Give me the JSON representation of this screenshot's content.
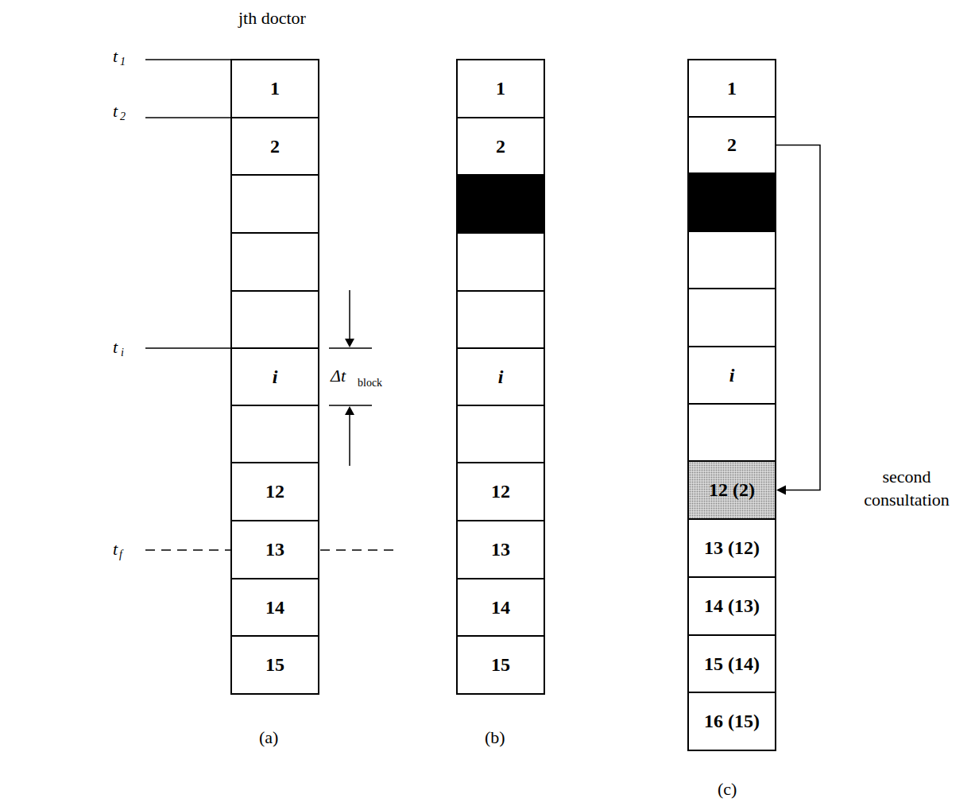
{
  "diagram": {
    "nodes": [
      {
        "text": [
          "1"
        ]
      },
      {
        "text": [
          "2"
        ]
      },
      {
        "text": [
          "i"
        ]
      },
      {
        "text": [
          "12"
        ]
      },
      {
        "text": [
          "13"
        ]
      },
      {
        "text": [
          "14"
        ]
      },
      {
        "text": [
          "15"
        ]
      },
      {
        "text": [
          "1"
        ]
      },
      {
        "text": [
          "2"
        ]
      },
      {
        "text": [
          "i"
        ]
      },
      {
        "text": [
          "12"
        ]
      },
      {
        "text": [
          "13"
        ]
      },
      {
        "text": [
          "14"
        ]
      },
      {
        "text": [
          "15"
        ]
      },
      {
        "text": [
          "1"
        ]
      },
      {
        "text": [
          "2"
        ]
      },
      {
        "text": [
          "i"
        ]
      },
      {
        "text": [
          "12 (2)"
        ]
      },
      {
        "text": [
          "13 (12)"
        ]
      },
      {
        "text": [
          "14 (13)"
        ]
      },
      {
        "text": [
          "15 (14)"
        ]
      },
      {
        "text": [
          "16 (15)"
        ]
      }
    ],
    "edges": [
      {
        "from": 15,
        "to": 17,
        "arrow": "to"
      }
    ],
    "labels": [
      "jth doctor",
      "t",
      "1",
      "t",
      "2",
      "t",
      "i",
      "t",
      "f",
      "Δt",
      "block",
      "second consultation",
      "(a)",
      "(b)",
      "(c)"
    ]
  }
}
